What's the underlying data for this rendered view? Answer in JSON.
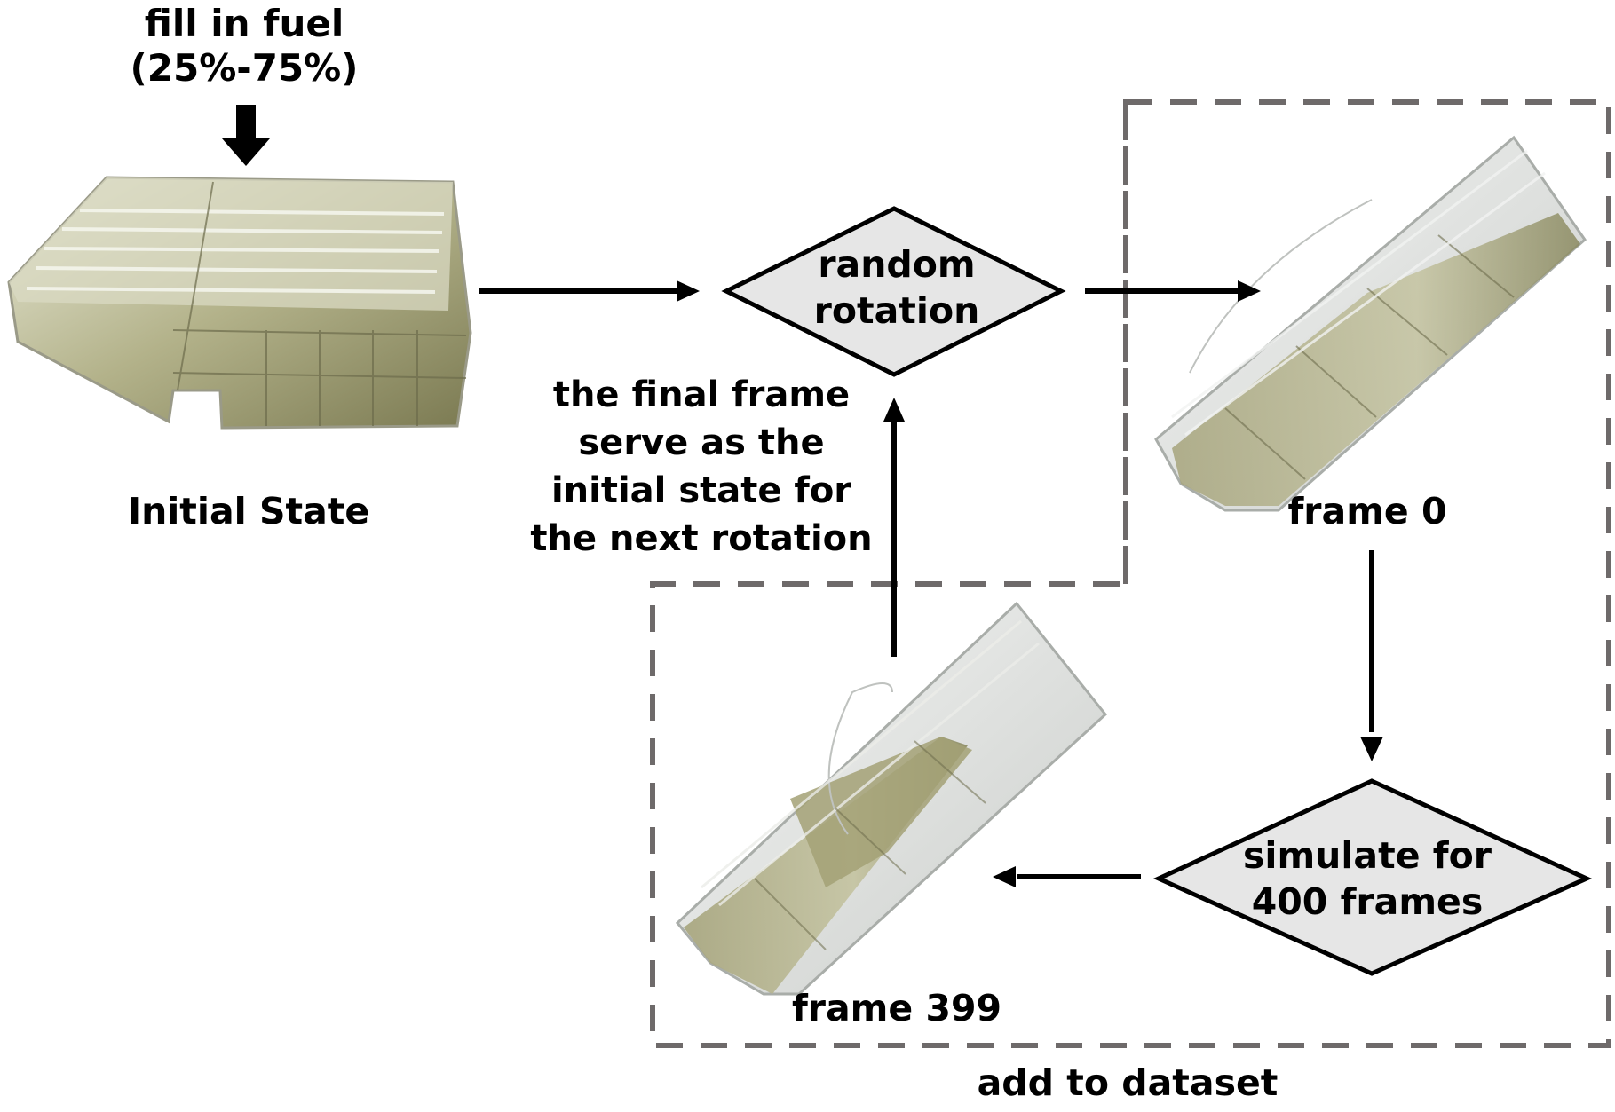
{
  "labels": {
    "fill_line1": "fill in fuel",
    "fill_line2": "(25%-75%)",
    "initial_state": "Initial State",
    "loop_note": [
      "the final frame",
      "serve as the",
      "initial state for",
      "the next rotation"
    ],
    "frame0": "frame 0",
    "frame399": "frame 399",
    "dataset": "add to dataset"
  },
  "nodes": {
    "random_rotation": [
      "random",
      "rotation"
    ],
    "simulate": [
      "simulate for",
      "400 frames"
    ]
  },
  "colors": {
    "arrow": "#000000",
    "dash_box": "#6e6a6a",
    "diamond_fill": "#e6e6e6",
    "fuel": "#8c8a5c",
    "glass": "#d8dcd8"
  }
}
